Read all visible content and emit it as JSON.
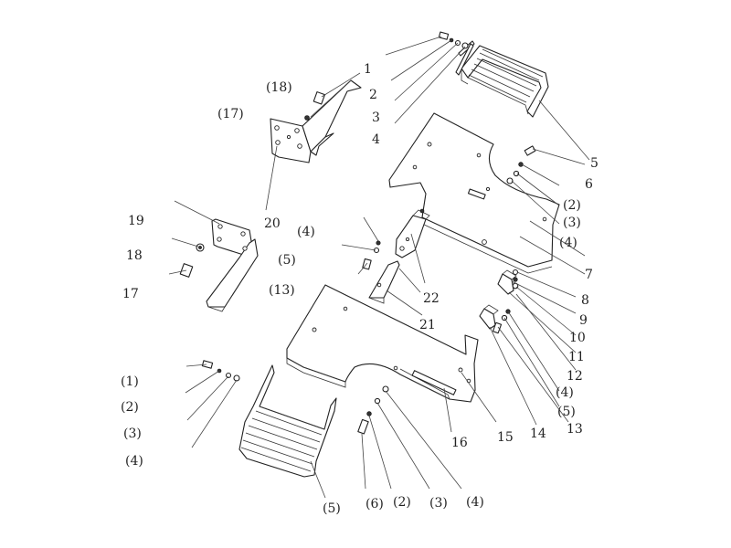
{
  "labels": {
    "l1": "1",
    "l2": "2",
    "l3": "3",
    "l4": "4",
    "l5": "5",
    "l6": "6",
    "l7": "7",
    "l8": "8",
    "l9": "9",
    "l10": "10",
    "l11": "11",
    "l12": "12",
    "l13": "13",
    "l14": "14",
    "l15": "15",
    "l16": "16",
    "l17": "17",
    "l18": "18",
    "l19": "19",
    "l20": "20",
    "l21": "21",
    "l22": "22",
    "p18a": "(18)",
    "p17a": "(17)",
    "p4a": "(4)",
    "p5a": "(5)",
    "p13a": "(13)",
    "p2a": "(2)",
    "p3a": "(3)",
    "p4b": "(4)",
    "p4c": "(4)",
    "p5b": "(5)",
    "p1": "(1)",
    "p2b": "(2)",
    "p3b": "(3)",
    "p4d": "(4)",
    "p5c": "(5)",
    "p6": "(6)",
    "p2c": "(2)",
    "p3c": "(3)",
    "p4e": "(4)"
  }
}
